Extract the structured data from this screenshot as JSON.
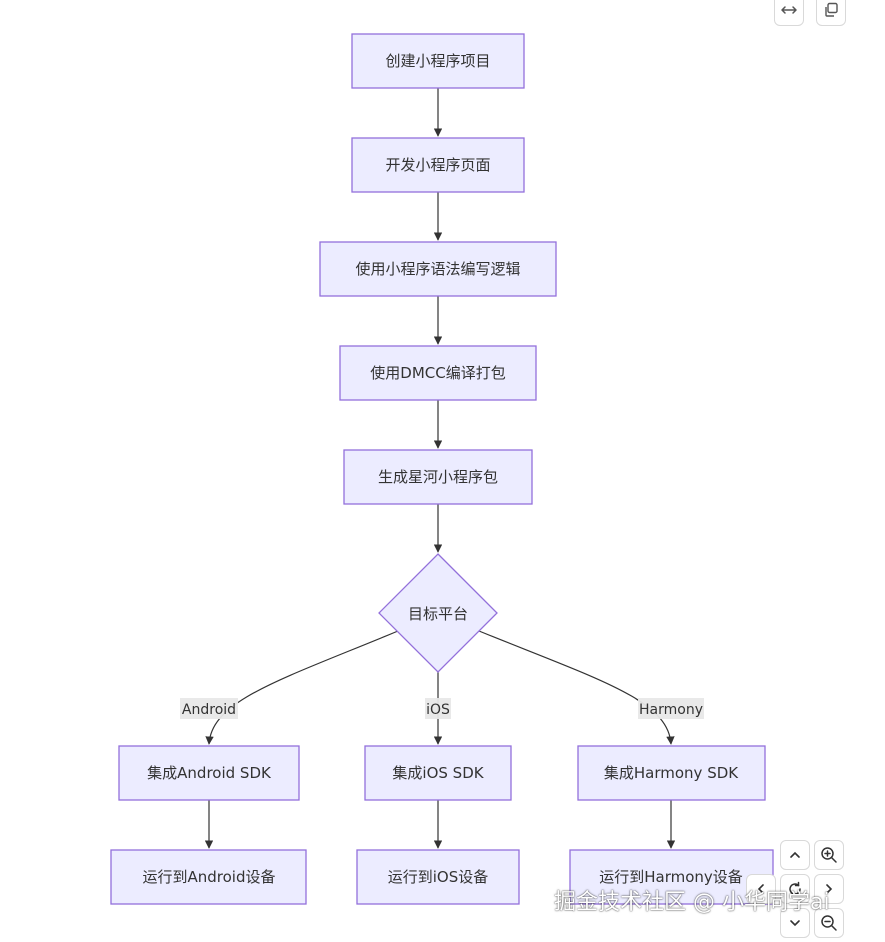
{
  "nodes": {
    "create_project": "创建小程序项目",
    "develop_pages": "开发小程序页面",
    "write_logic": "使用小程序语法编写逻辑",
    "dmcc_build": "使用DMCC编译打包",
    "generate_package": "生成星河小程序包",
    "target_platform": "目标平台",
    "android_sdk": "集成Android SDK",
    "ios_sdk": "集成iOS SDK",
    "harmony_sdk": "集成Harmony SDK",
    "run_android": "运行到Android设备",
    "run_ios": "运行到iOS设备",
    "run_harmony": "运行到Harmony设备"
  },
  "edge_labels": {
    "android": "Android",
    "ios": "iOS",
    "harmony": "Harmony"
  },
  "icons": {
    "expand": "horizontal-arrows-icon",
    "copy": "copy-icon",
    "zoom_in": "zoom-in-icon",
    "zoom_out": "zoom-out-icon",
    "pan_up": "chevron-up-icon",
    "pan_down": "chevron-down-icon",
    "pan_left": "chevron-left-icon",
    "pan_right": "chevron-right-icon",
    "reset": "reset-icon"
  },
  "colors": {
    "node_fill": "#ECECFF",
    "node_stroke": "#9370DB",
    "edge": "#333333",
    "label_bg": "#e8e8e8"
  },
  "watermark": "掘金技术社区 @ 小华同学ai"
}
